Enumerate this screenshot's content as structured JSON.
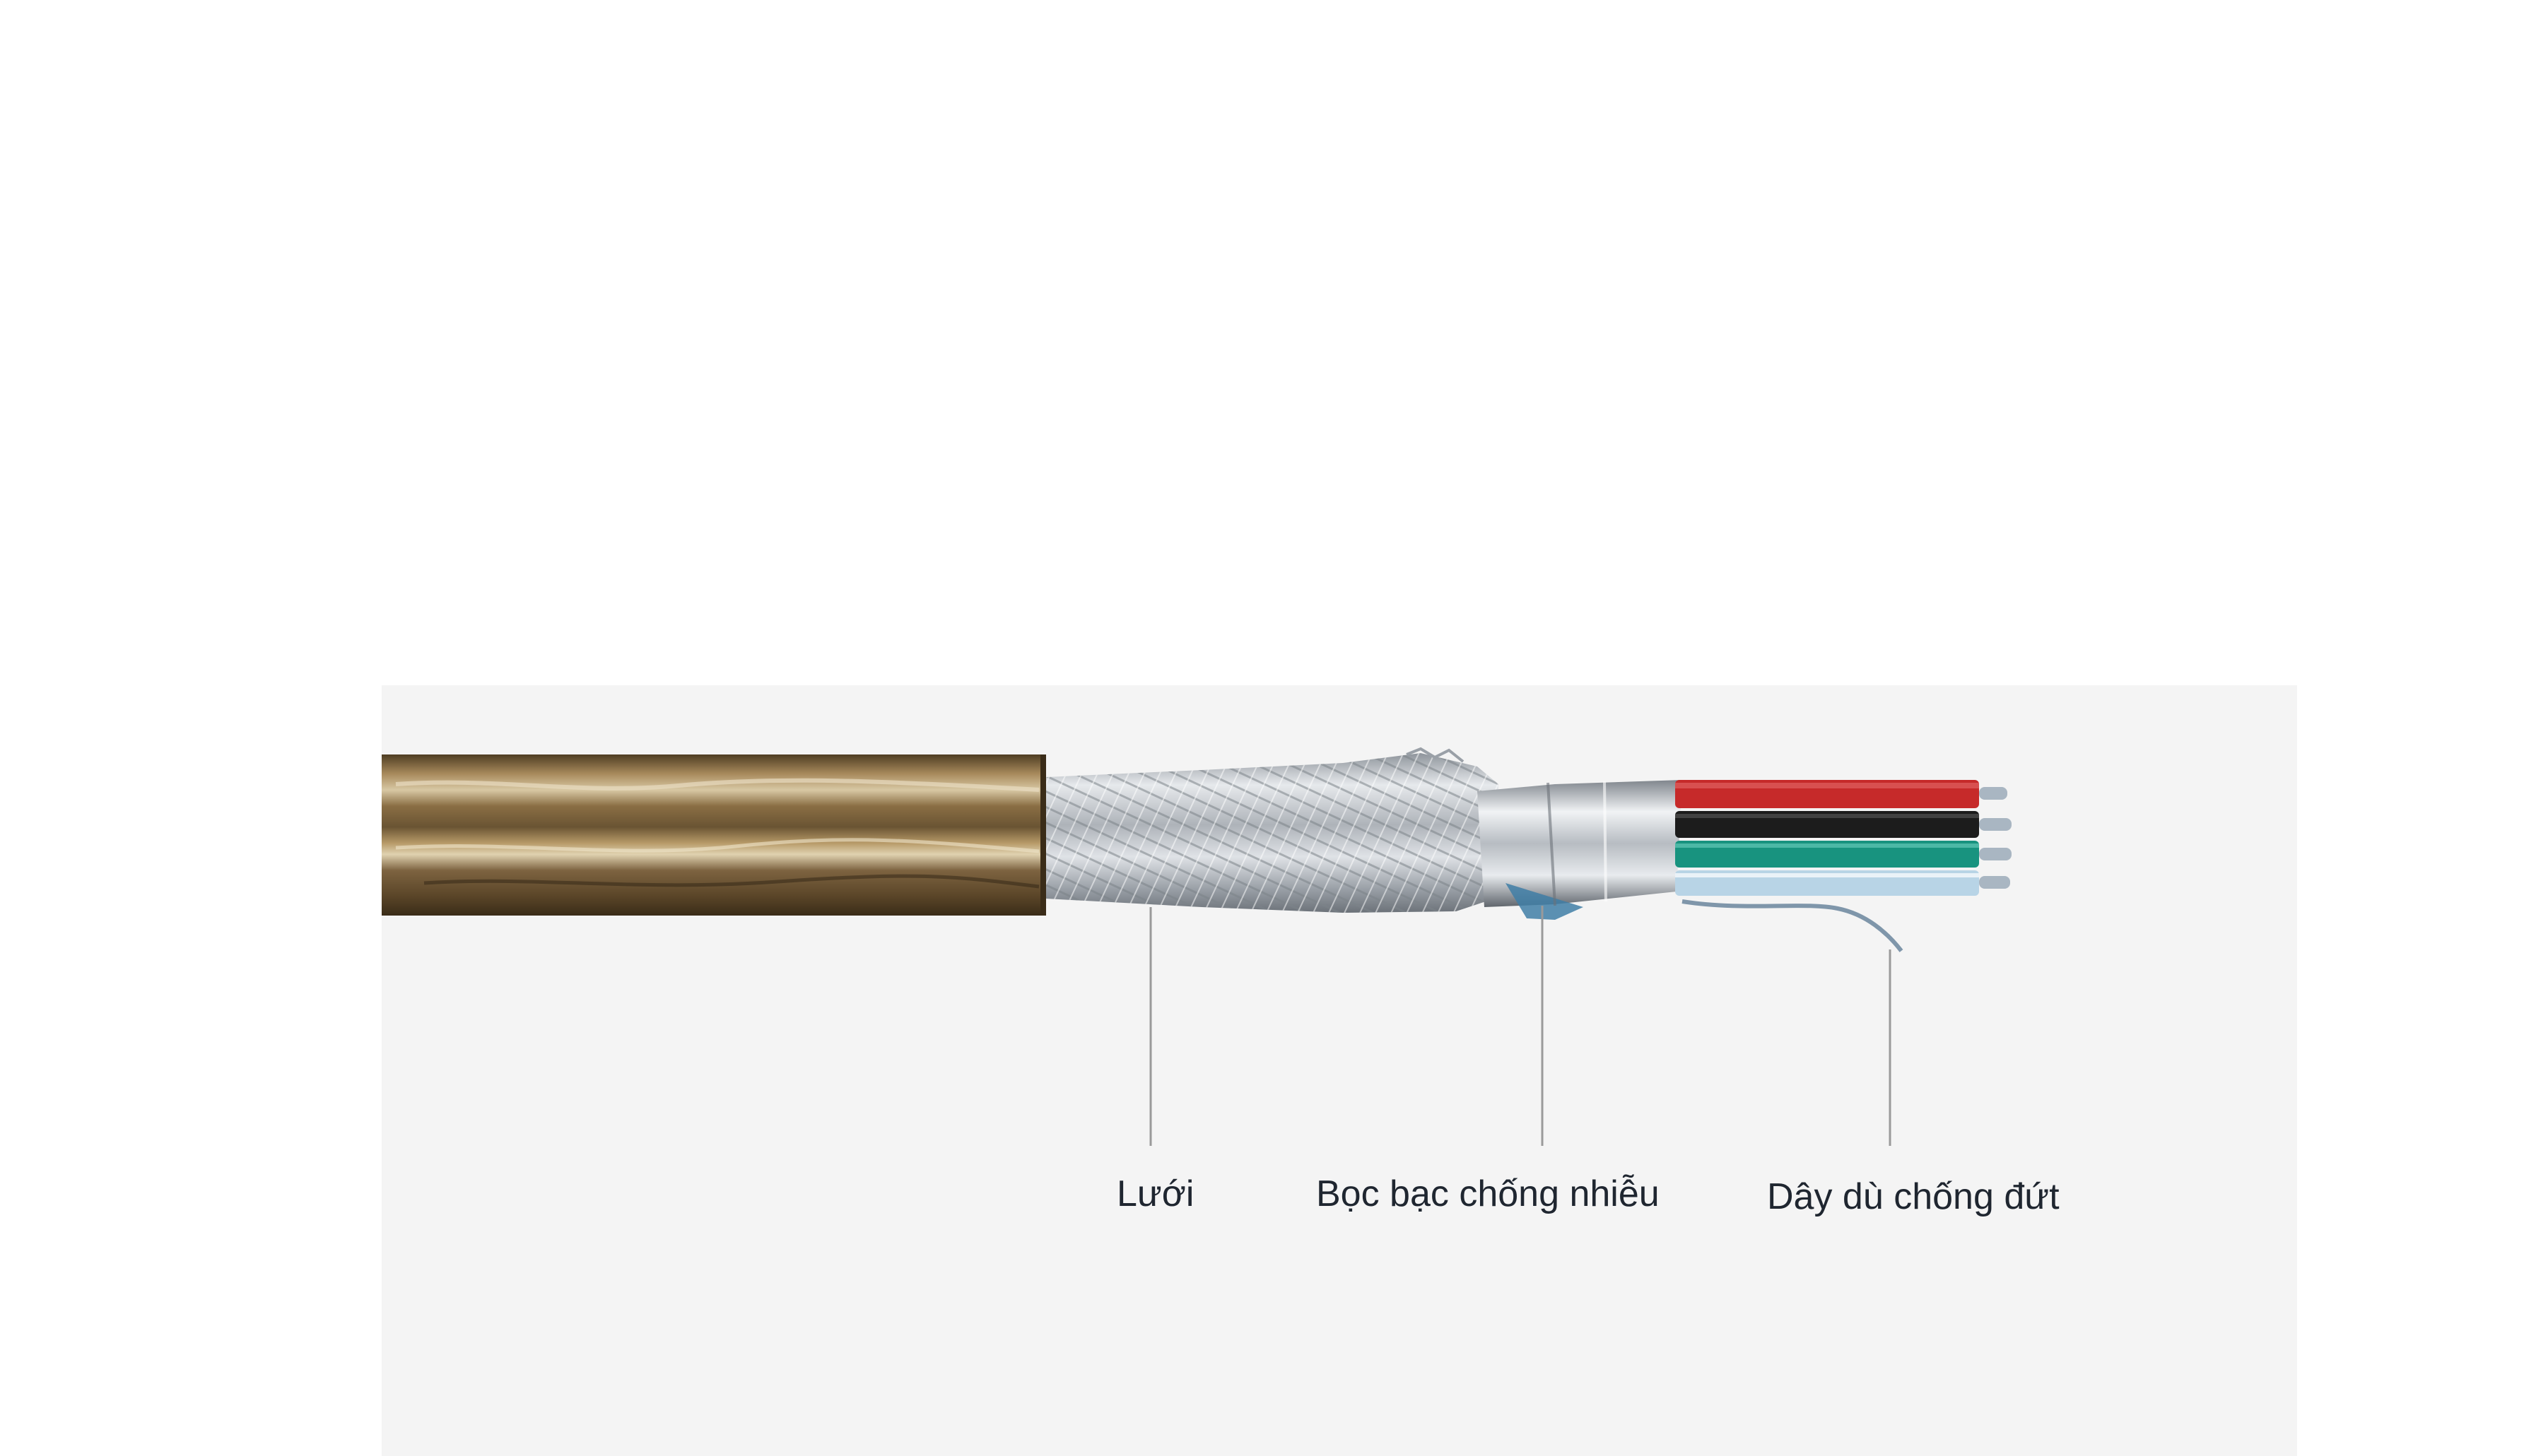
{
  "labels": {
    "mesh": "Lưới",
    "foil_shield": "Bọc bạc chống nhiễu",
    "strength_cord": "Dây dù chống đứt"
  },
  "colors": {
    "background": "#ffffff",
    "panel": "#f4f4f4",
    "label_text": "#1f2630",
    "leader_line": "#9a9a9a",
    "wire_red": "#c62a2a",
    "wire_black": "#1c1c1c",
    "wire_green": "#18937f",
    "wire_lightblue": "#b8d4e6",
    "jacket": "#7a6440",
    "shield_silver": "#c9ccd0"
  }
}
